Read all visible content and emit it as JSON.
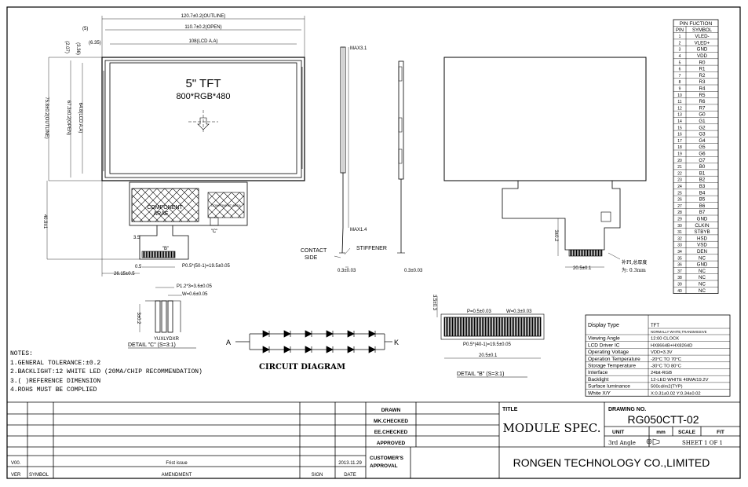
{
  "drawing": {
    "screen_title": "5\" TFT",
    "resolution": "800*RGB*480",
    "component_area": "COMPONENT\nARAE",
    "component_area_small": "COMPONENT AREA",
    "dims": {
      "outline": "120.7±0.2(OUTLINE)",
      "open": "110.7±0.2(OPEN)",
      "lcd_aa": "108(LCD A.A)",
      "d5": "(5)",
      "d635": "(6.35)",
      "d336": "(3.36)",
      "d207": "(2.07)",
      "v_outline": "75.8±0.2(OUTLINE)",
      "v_open": "67.3±0.2(OPEN)",
      "v_aa": "64.8(LCD A.A)",
      "fpc_len": "40.9±1",
      "tail": "3.5",
      "b_half": "0.5",
      "pitch": "P0.5*(50-1)=19.5±0.05",
      "offset": "26.15±0.5",
      "b_label": "\"B\"",
      "c_label": "\"C\"",
      "max31": "MAX3.1",
      "max14": "MAX1.4",
      "t03a": "0.3±0.03",
      "t03b": "0.3±0.03",
      "contact": "CONTACT\nSIDE",
      "stiffener": "STIFFENER",
      "back_v": "3±0.2",
      "back_w": "20.5±0.1",
      "back_note1": "补PI,总厚度",
      "back_note2": "为: 0.3mm",
      "c_p": "P1.2*3=3.6±0.05",
      "c_w": "W=0.6±0.05",
      "c_h": "3±0.2",
      "c_tag": "YUXLYDXR",
      "c_detail": "DETAIL \"C\" (S=3:1)",
      "b_h": "3.5±0.3",
      "b_p": "P=0.5±0.03",
      "b_w": "W=0.3±0.03",
      "b_pitch": "P0.5*(40-1)=19.5±0.05",
      "b_width": "20.5±0.1",
      "b_detail": "DETAIL \"B\" (S=3:1)",
      "circuit": "CIRCUIT DIAGRAM",
      "anode": "A",
      "cathode": "K"
    },
    "notes": [
      "NOTES:",
      "1.GENERAL TOLERANCE:±0.2",
      "2.BACKLIGHT:12 WHITE LED (20MA/CHIP RECOMMENDATION)",
      "3.( )REFERENCE DIMENSION",
      "4.ROHS MUST BE COMPLIED"
    ]
  },
  "pin_table": {
    "title": "PIN FUCTION",
    "col_pin": "PIN",
    "col_symbol": "SYMBOL",
    "rows": [
      [
        "1",
        "VLED-"
      ],
      [
        "2",
        "VLED+"
      ],
      [
        "3",
        "GND"
      ],
      [
        "4",
        "VDD"
      ],
      [
        "5",
        "R0"
      ],
      [
        "6",
        "R1"
      ],
      [
        "7",
        "R2"
      ],
      [
        "8",
        "R3"
      ],
      [
        "9",
        "R4"
      ],
      [
        "10",
        "R5"
      ],
      [
        "11",
        "R6"
      ],
      [
        "12",
        "R7"
      ],
      [
        "13",
        "G0"
      ],
      [
        "14",
        "G1"
      ],
      [
        "15",
        "G2"
      ],
      [
        "16",
        "G3"
      ],
      [
        "17",
        "G4"
      ],
      [
        "18",
        "G5"
      ],
      [
        "19",
        "G6"
      ],
      [
        "20",
        "G7"
      ],
      [
        "21",
        "B0"
      ],
      [
        "22",
        "B1"
      ],
      [
        "23",
        "B2"
      ],
      [
        "24",
        "B3"
      ],
      [
        "25",
        "B4"
      ],
      [
        "26",
        "B5"
      ],
      [
        "27",
        "B6"
      ],
      [
        "28",
        "B7"
      ],
      [
        "29",
        "GND"
      ],
      [
        "30",
        "CLKIN"
      ],
      [
        "31",
        "STBYB"
      ],
      [
        "32",
        "HSD"
      ],
      [
        "33",
        "VSD"
      ],
      [
        "34",
        "DEN"
      ],
      [
        "35",
        "NC"
      ],
      [
        "36",
        "GND"
      ],
      [
        "37",
        "NC"
      ],
      [
        "38",
        "NC"
      ],
      [
        "39",
        "NC"
      ],
      [
        "40",
        "NC"
      ]
    ]
  },
  "spec_table": [
    [
      "Display Type",
      "TFT\nNORMALLY WHITE,TRANSMISSIVE"
    ],
    [
      "Viewing Angle",
      "12:00 CLOCK"
    ],
    [
      "LCD Driver IC",
      "HX8664B+HX8264D"
    ],
    [
      "Operating Voltage",
      "VDD=3.3V"
    ],
    [
      "Operation Temperature",
      "-20°C TO 70°C"
    ],
    [
      "Storage Temperature",
      "-30°C TO 80°C"
    ],
    [
      "Interface",
      "24bit-RGB"
    ],
    [
      "Backlight",
      "12-LED WHITE   40MA/19.2V"
    ],
    [
      "Surface luminance",
      "500cd/m2(TYP)"
    ],
    [
      "White X/Y",
      "X:0.31±0.02  Y:0.34±0.02"
    ]
  ],
  "title_block": {
    "rev_header": [
      "VER",
      "SYMBOL",
      "AMENDMENT",
      "SIGN",
      "DATE"
    ],
    "rev_row": {
      "ver": "V00.",
      "amendment": "Frist issue",
      "date": "2013.11.29"
    },
    "roles": [
      "DRAWN",
      "MK.CHECKED",
      "EE.CHECKED",
      "APPROVED"
    ],
    "customer": "CUSTOMER'S\nAPPROVAL",
    "title_label": "TITLE",
    "title": "MODULE SPEC.",
    "drawing_no_label": "DRAWING NO.",
    "drawing_no": "RG050CTT-02",
    "unit_label": "UNIT",
    "unit": "mm",
    "scale_label": "SCALE",
    "scale": "FIT",
    "angle": "3rd Angle",
    "sheet": "SHEET 1 OF 1",
    "company": "RONGEN TECHNOLOGY CO.,LIMITED"
  },
  "colors": {
    "line": "#000000",
    "paper": "#ffffff"
  }
}
